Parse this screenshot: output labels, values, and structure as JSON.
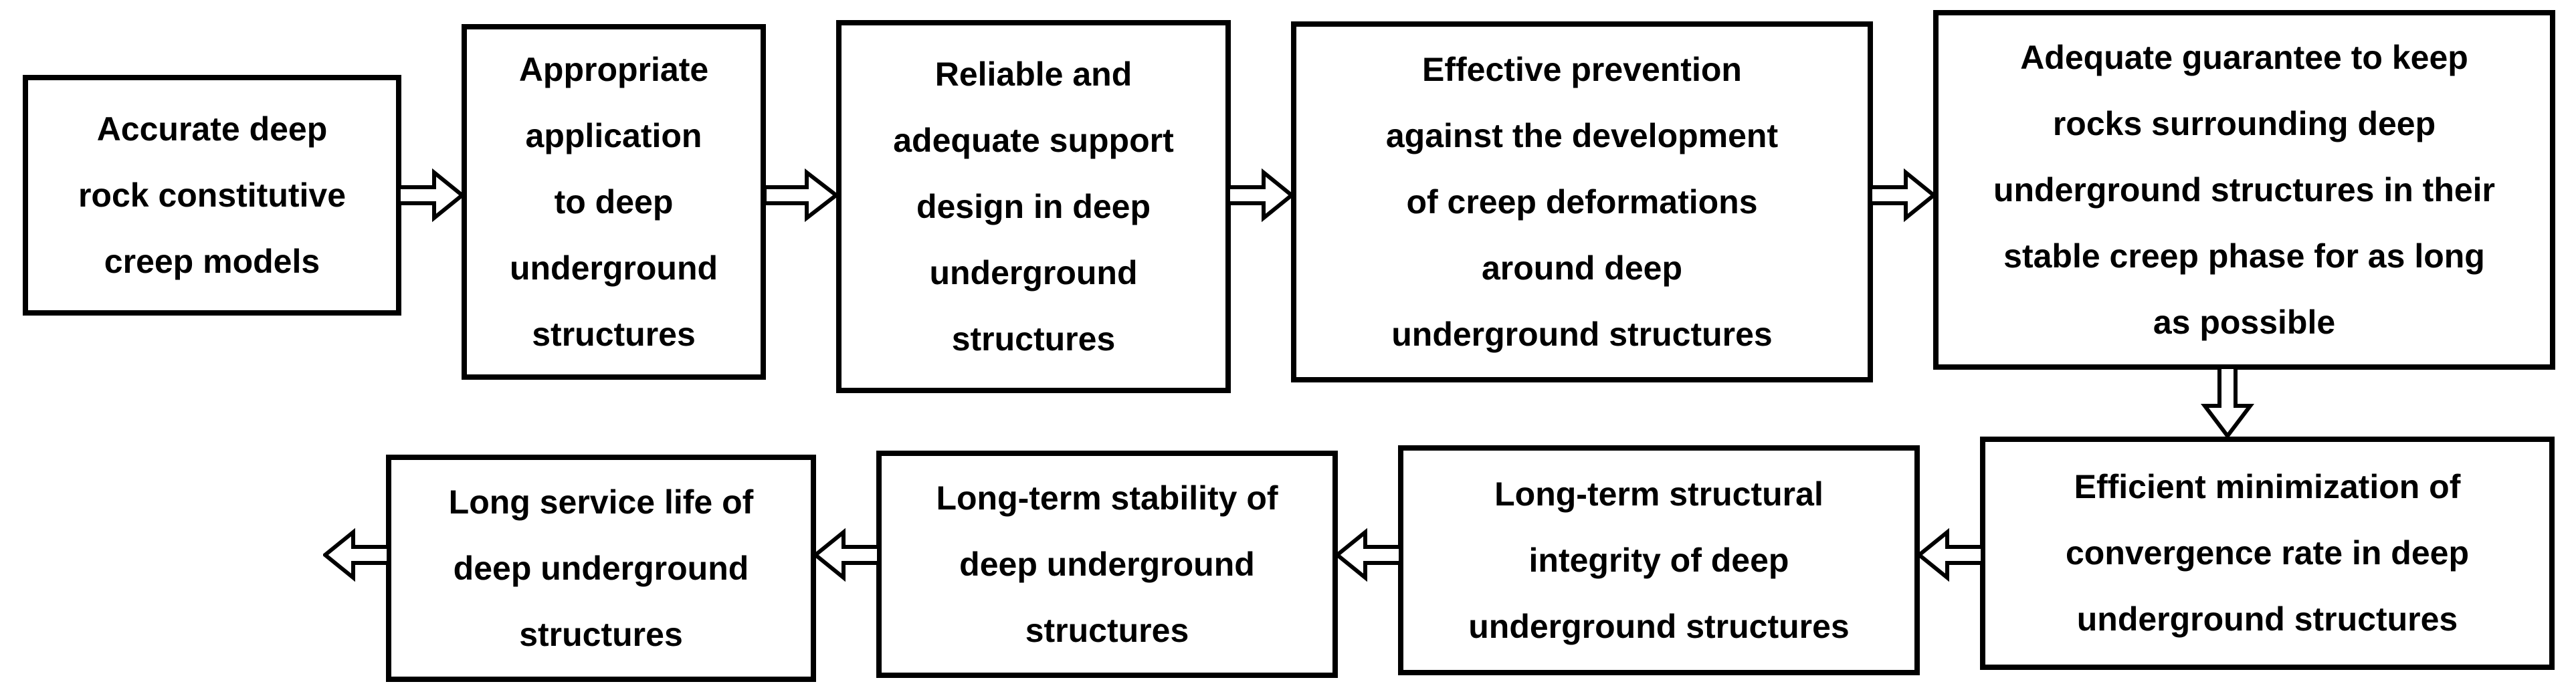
{
  "flowchart": {
    "colors": {
      "background": "#ffffff",
      "line": "#000000",
      "text": "#000000",
      "arrow_fill": "#ffffff"
    },
    "boxes": [
      {
        "id": "box1",
        "text": "Accurate deep\nrock constitutive\ncreep models"
      },
      {
        "id": "box2",
        "text": "Appropriate\napplication\nto deep\nunderground\nstructures"
      },
      {
        "id": "box3",
        "text": "Reliable and\nadequate support\ndesign in deep\nunderground\nstructures"
      },
      {
        "id": "box4",
        "text": "Effective prevention\nagainst the development\nof creep deformations\naround deep\nunderground structures"
      },
      {
        "id": "box5",
        "text": "Adequate guarantee to keep\nrocks surrounding deep\nunderground structures in their\nstable creep phase for as long\nas possible"
      },
      {
        "id": "box6",
        "text": "Efficient minimization of\nconvergence rate in deep\nunderground structures"
      },
      {
        "id": "box7",
        "text": "Long-term structural\nintegrity of deep\nunderground structures"
      },
      {
        "id": "box8",
        "text": "Long-term stability of\ndeep underground\nstructures"
      },
      {
        "id": "box9",
        "text": "Long service life of\ndeep underground\nstructures"
      }
    ],
    "connections": [
      {
        "from": "box1",
        "to": "box2",
        "direction": "right"
      },
      {
        "from": "box2",
        "to": "box3",
        "direction": "right"
      },
      {
        "from": "box3",
        "to": "box4",
        "direction": "right"
      },
      {
        "from": "box4",
        "to": "box5",
        "direction": "right"
      },
      {
        "from": "box5",
        "to": "box6",
        "direction": "down"
      },
      {
        "from": "box6",
        "to": "box7",
        "direction": "left"
      },
      {
        "from": "box7",
        "to": "box8",
        "direction": "left"
      },
      {
        "from": "box8",
        "to": "box9",
        "direction": "left"
      }
    ]
  }
}
